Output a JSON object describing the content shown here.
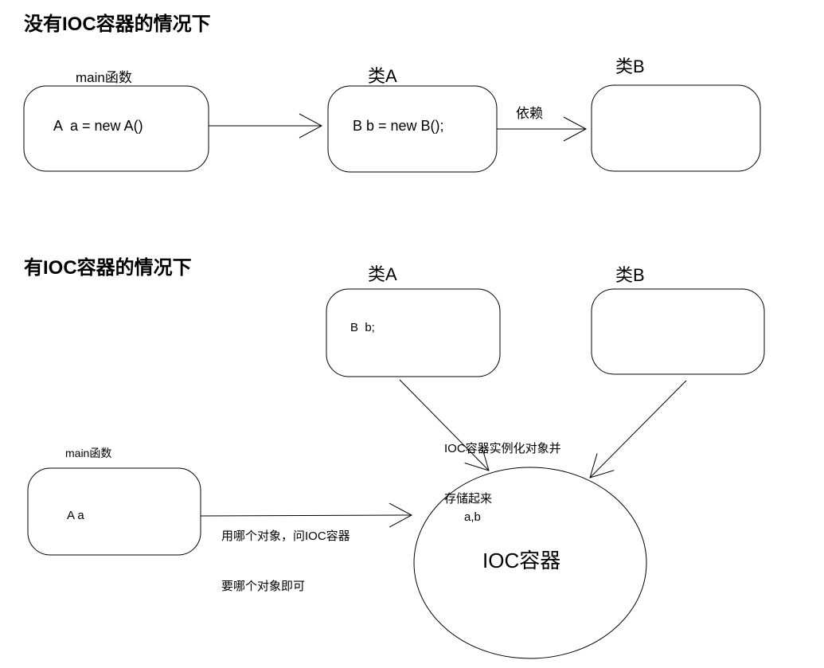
{
  "section1": {
    "title": "没有IOC容器的情况下",
    "main_label": "main函数",
    "main_content": "A  a = new A()",
    "class_a_label": "类A",
    "class_a_content": "B b = new B();",
    "dependency_label": "依赖",
    "class_b_label": "类B"
  },
  "section2": {
    "title": "有IOC容器的情况下",
    "class_a_label": "类A",
    "class_a_content": "B  b;",
    "class_b_label": "类B",
    "store_annotation_line1": "IOC容器实例化对象并",
    "store_annotation_line2": "存储起来",
    "main_label": "main函数",
    "main_content": "A a",
    "request_annotation_line1": "用哪个对象，问IOC容器",
    "request_annotation_line2": "要哪个对象即可",
    "container_items": "a,b",
    "container_label": "IOC容器"
  },
  "colors": {
    "stroke": "#000000",
    "background": "#ffffff",
    "text": "#000000"
  }
}
